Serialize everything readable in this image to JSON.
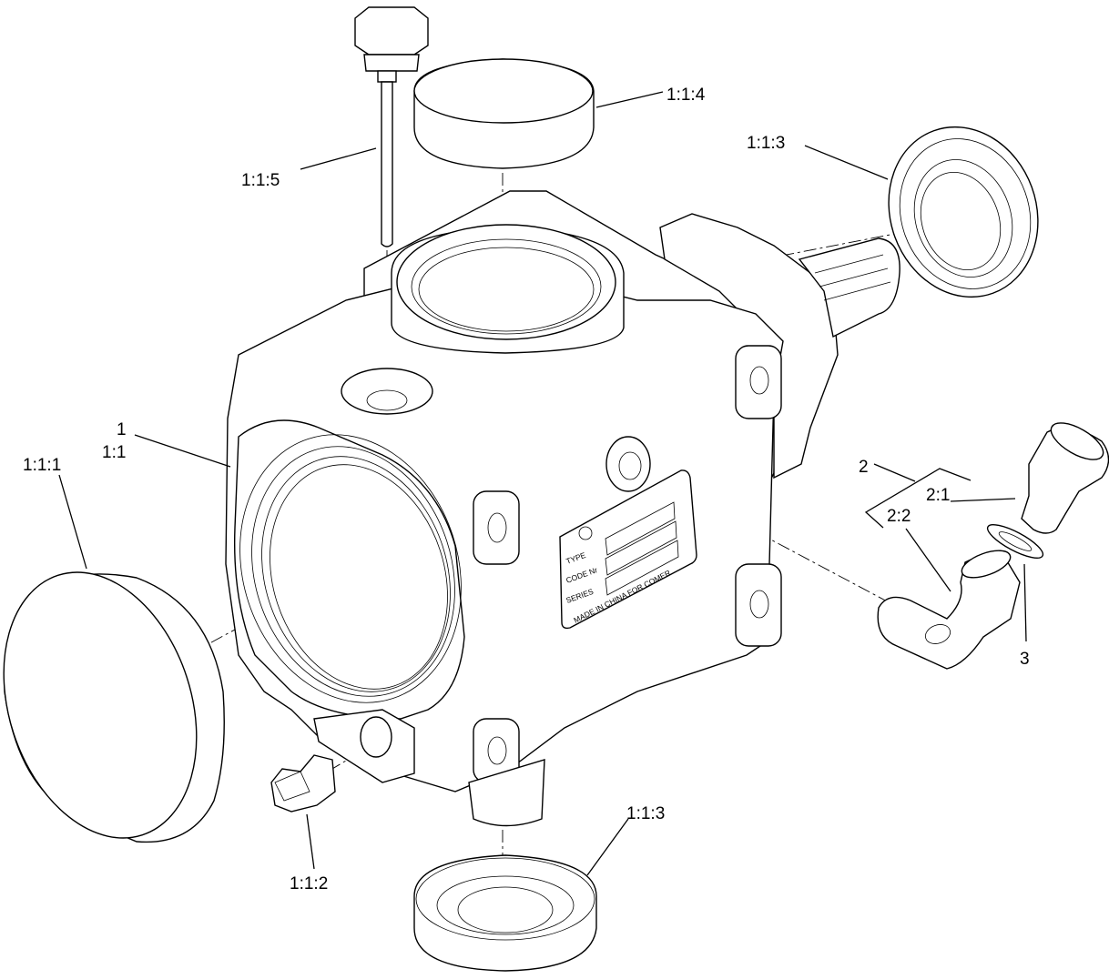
{
  "labels": {
    "pipe": "1:1:5",
    "top_cap": "1:1:4",
    "seal_right": "1:1:3",
    "assembly": "1",
    "housing": "1:1",
    "side_cap": "1:1:1",
    "plug": "1:1:2",
    "seal_bottom": "1:1:3",
    "kit": "2",
    "kit_upper": "2:1",
    "kit_lower": "2:2",
    "washer": "3"
  },
  "nameplate": {
    "type": "TYPE",
    "code": "CODE Nr",
    "series": "SERIES",
    "made_in": "MADE IN CHINA FOR COMER"
  }
}
